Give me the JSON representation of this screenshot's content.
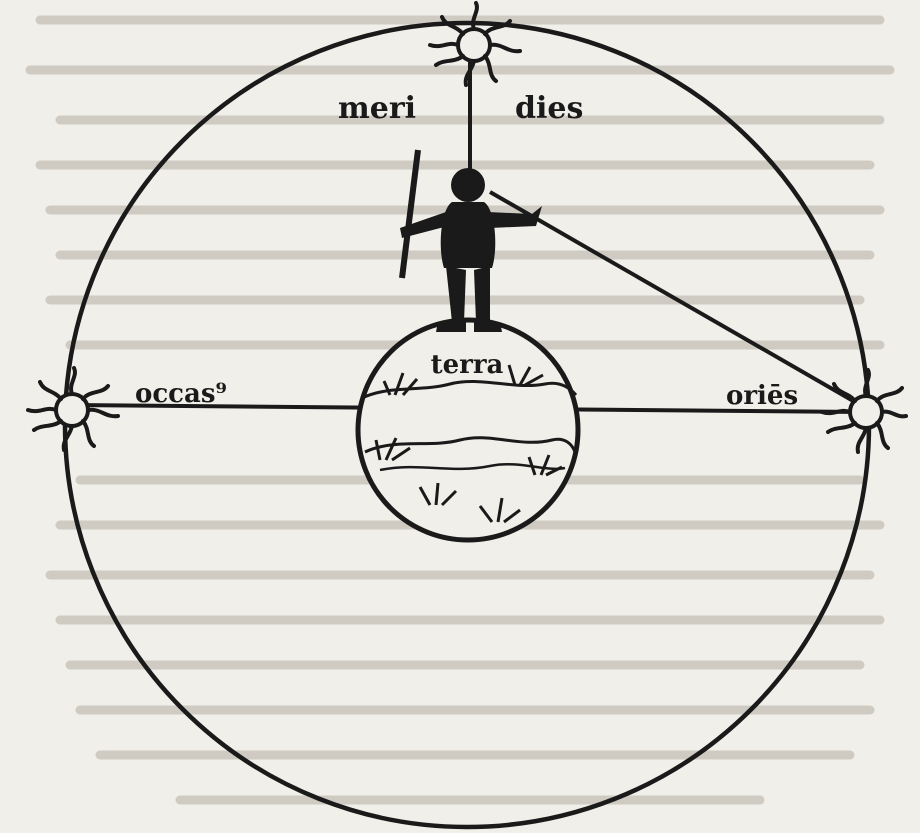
{
  "diagram": {
    "labels": {
      "meridies_left": "meri",
      "meridies_right": "dies",
      "terra": "terra",
      "occasus": "occas⁹",
      "oriens": "oriēs"
    },
    "colors": {
      "paper": "#f1efe9",
      "ink": "#1a1a1a",
      "show_through": "#cfcbc2"
    },
    "icons": [
      "sun-icon",
      "man-figure",
      "earth-globe",
      "plant-icon"
    ]
  }
}
